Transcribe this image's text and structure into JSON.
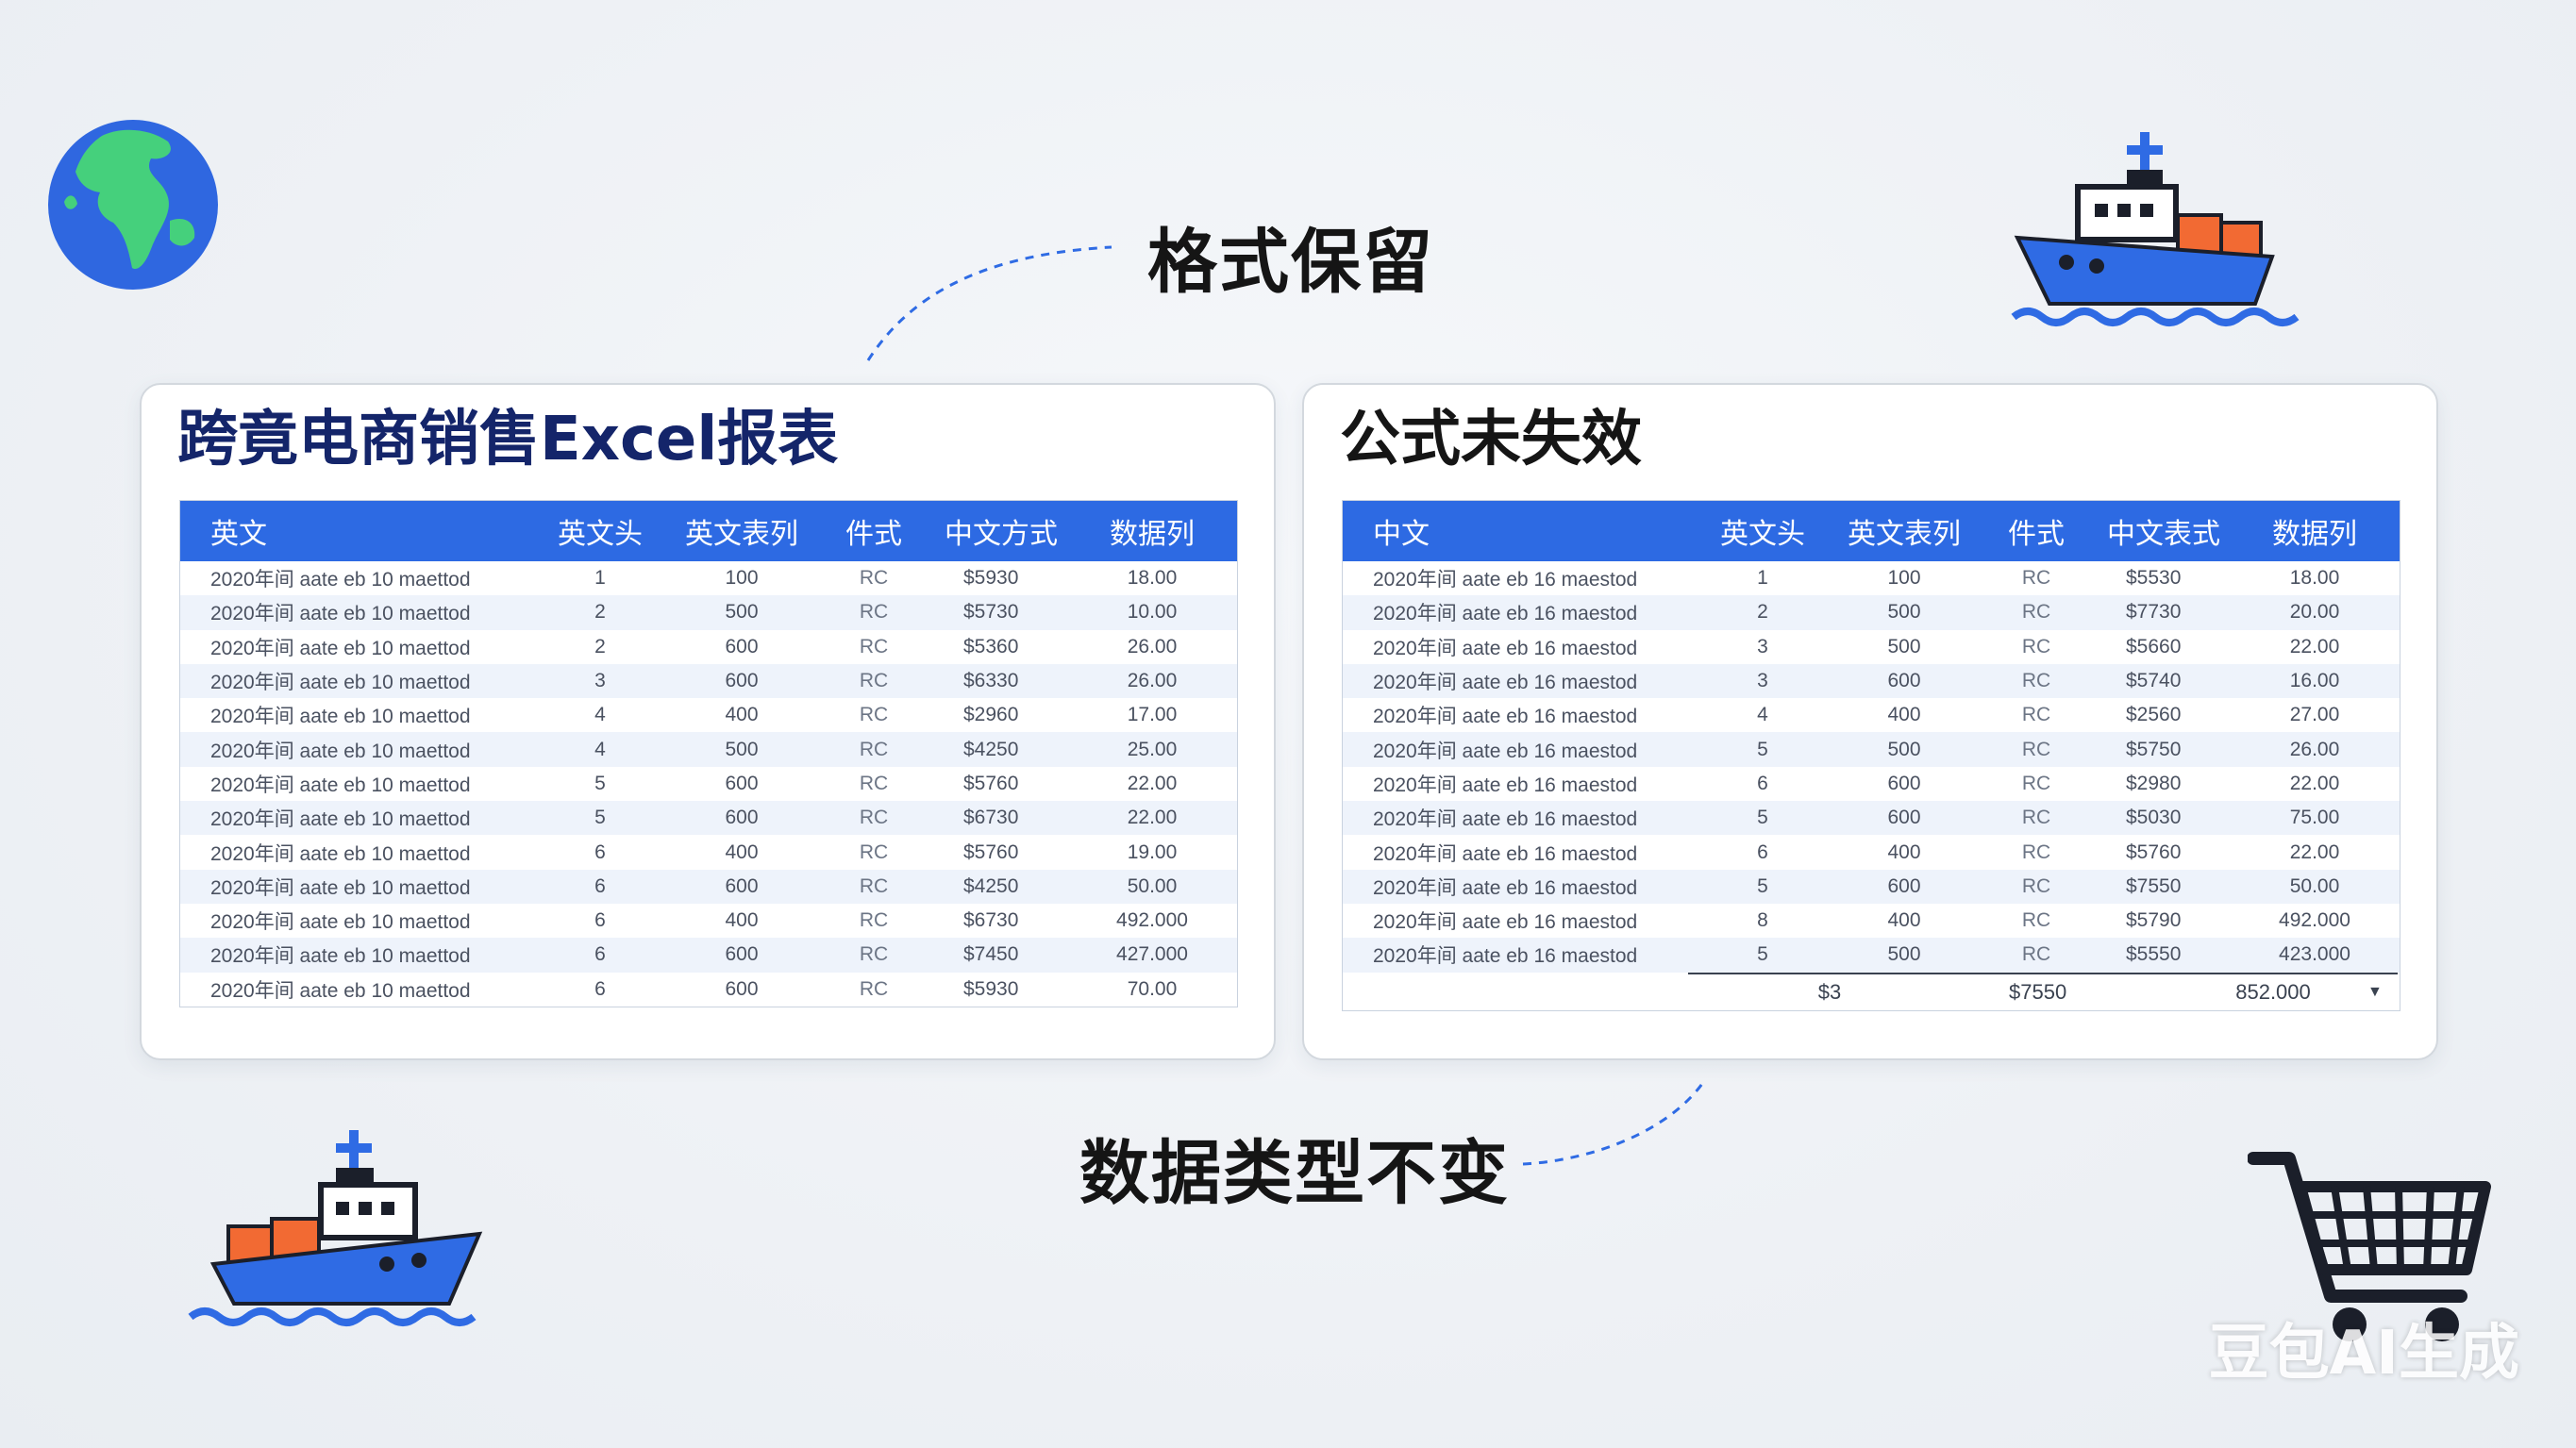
{
  "captions": {
    "top": "格式保留",
    "bottom": "数据类型不变"
  },
  "left_card": {
    "title": "跨竟电商销售Excel报表",
    "headers": [
      "英文",
      "英文头",
      "英文表列",
      "件式",
      "中文方式",
      "数据列"
    ],
    "rows": [
      [
        "2020年间 aate eb 10 maettod",
        "1",
        "100",
        "RC",
        "$5930",
        "18.00"
      ],
      [
        "2020年间 aate eb 10 maettod",
        "2",
        "500",
        "RC",
        "$5730",
        "10.00"
      ],
      [
        "2020年间 aate eb 10 maettod",
        "2",
        "600",
        "RC",
        "$5360",
        "26.00"
      ],
      [
        "2020年间 aate eb 10 maettod",
        "3",
        "600",
        "RC",
        "$6330",
        "26.00"
      ],
      [
        "2020年间 aate eb 10 maettod",
        "4",
        "400",
        "RC",
        "$2960",
        "17.00"
      ],
      [
        "2020年间 aate eb 10 maettod",
        "4",
        "500",
        "RC",
        "$4250",
        "25.00"
      ],
      [
        "2020年间 aate eb 10 maettod",
        "5",
        "600",
        "RC",
        "$5760",
        "22.00"
      ],
      [
        "2020年间 aate eb 10 maettod",
        "5",
        "600",
        "RC",
        "$6730",
        "22.00"
      ],
      [
        "2020年间 aate eb 10 maettod",
        "6",
        "400",
        "RC",
        "$5760",
        "19.00"
      ],
      [
        "2020年间 aate eb 10 maettod",
        "6",
        "600",
        "RC",
        "$4250",
        "50.00"
      ],
      [
        "2020年间 aate eb 10 maettod",
        "6",
        "400",
        "RC",
        "$6730",
        "492.000"
      ],
      [
        "2020年间 aate eb 10 maettod",
        "6",
        "600",
        "RC",
        "$7450",
        "427.000"
      ],
      [
        "2020年间 aate eb 10 maettod",
        "6",
        "600",
        "RC",
        "$5930",
        "70.00"
      ]
    ]
  },
  "right_card": {
    "title": "公式未失效",
    "headers": [
      "中文",
      "英文头",
      "英文表列",
      "件式",
      "中文表式",
      "数据列"
    ],
    "rows": [
      [
        "2020年间 aate eb 16 maestod",
        "1",
        "100",
        "RC",
        "$5530",
        "18.00"
      ],
      [
        "2020年间 aate eb 16 maestod",
        "2",
        "500",
        "RC",
        "$7730",
        "20.00"
      ],
      [
        "2020年间 aate eb 16 maestod",
        "3",
        "500",
        "RC",
        "$5660",
        "22.00"
      ],
      [
        "2020年间 aate eb 16 maestod",
        "3",
        "600",
        "RC",
        "$5740",
        "16.00"
      ],
      [
        "2020年间 aate eb 16 maestod",
        "4",
        "400",
        "RC",
        "$2560",
        "27.00"
      ],
      [
        "2020年间 aate eb 16 maestod",
        "5",
        "500",
        "RC",
        "$5750",
        "26.00"
      ],
      [
        "2020年间 aate eb 16 maestod",
        "6",
        "600",
        "RC",
        "$2980",
        "22.00"
      ],
      [
        "2020年间 aate eb 16 maestod",
        "5",
        "600",
        "RC",
        "$5030",
        "75.00"
      ],
      [
        "2020年间 aate eb 16 maestod",
        "6",
        "400",
        "RC",
        "$5760",
        "22.00"
      ],
      [
        "2020年间 aate eb 16 maestod",
        "5",
        "600",
        "RC",
        "$7550",
        "50.00"
      ],
      [
        "2020年间 aate eb 16 maestod",
        "8",
        "400",
        "RC",
        "$5790",
        "492.000"
      ],
      [
        "2020年间 aate eb 16 maestod",
        "5",
        "500",
        "RC",
        "$5550",
        "423.000"
      ]
    ],
    "totals": [
      "",
      "",
      "$3",
      "",
      "$7550",
      "852.000"
    ]
  },
  "watermark": "豆包AI生成",
  "colors": {
    "header_blue": "#2d6ae3",
    "title_navy": "#14256a",
    "ship_blue": "#2f6be4",
    "container_orange": "#f26a33",
    "globe_green": "#3fcf7a"
  },
  "icons": [
    "globe-icon",
    "ship-icon",
    "shopping-cart-icon"
  ]
}
